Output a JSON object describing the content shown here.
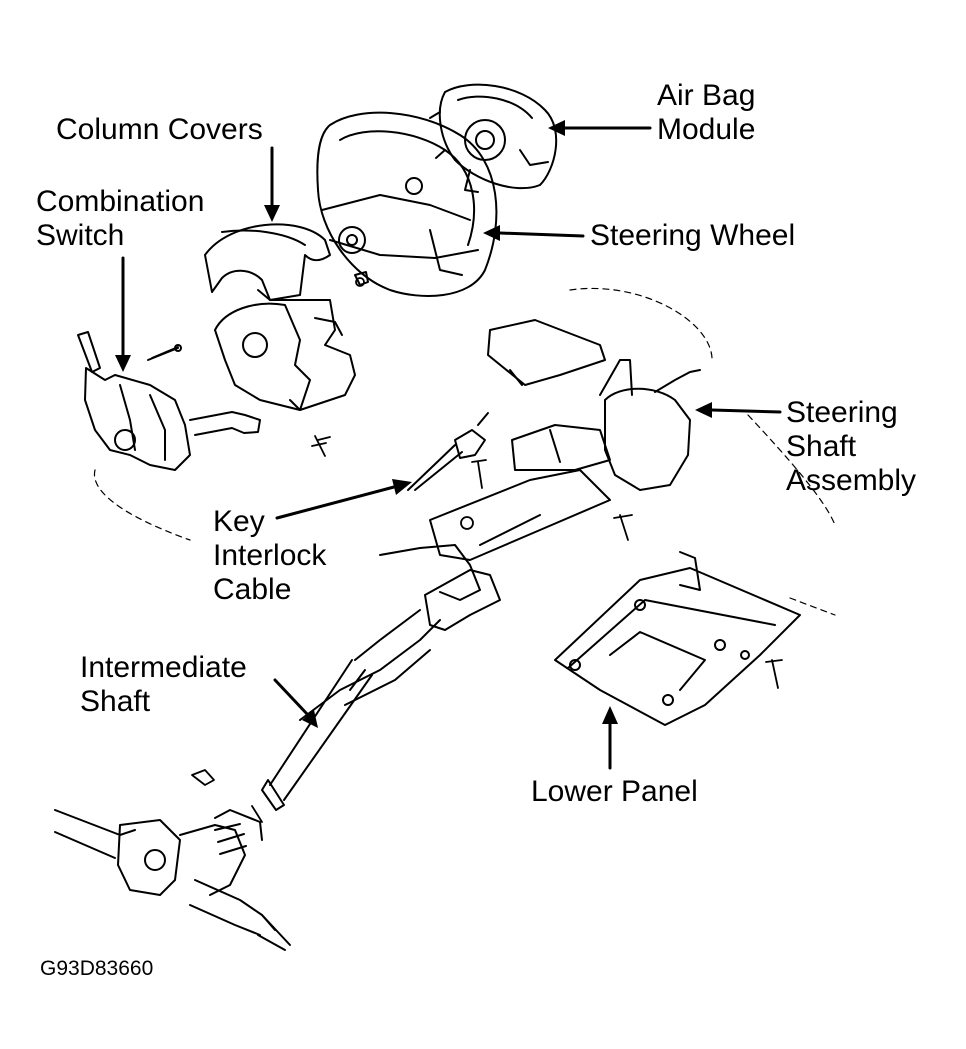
{
  "labels": {
    "column_covers": "Column Covers",
    "combination_switch": [
      "Combination",
      "Switch"
    ],
    "air_bag_module": [
      "Air Bag",
      "Module"
    ],
    "steering_wheel": "Steering Wheel",
    "steering_shaft_assembly": [
      "Steering",
      "Shaft",
      "Assembly"
    ],
    "key_interlock_cable": [
      "Key",
      "Interlock",
      "Cable"
    ],
    "intermediate_shaft": [
      "Intermediate",
      "Shaft"
    ],
    "lower_panel": "Lower Panel"
  },
  "figure_code": "G93D83660",
  "colors": {
    "ink": "#000000",
    "paper": "#ffffff"
  }
}
